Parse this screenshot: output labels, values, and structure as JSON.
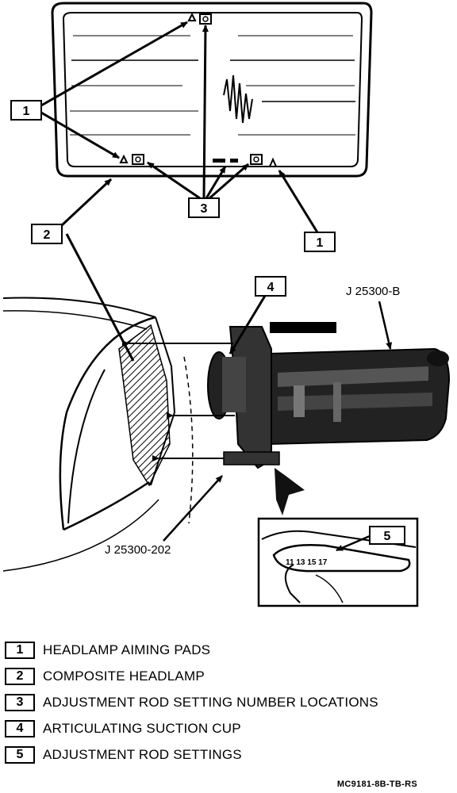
{
  "callouts": {
    "c1a": "1",
    "c1b": "1",
    "c2": "2",
    "c3": "3",
    "c4": "4",
    "c5": "5"
  },
  "tools": {
    "main_tool": "J 25300-B",
    "adapter_tool": "J 25300-202"
  },
  "legend": [
    {
      "number": "1",
      "text": "HEADLAMP AIMING PADS"
    },
    {
      "number": "2",
      "text": "COMPOSITE HEADLAMP"
    },
    {
      "number": "3",
      "text": "ADJUSTMENT ROD SETTING NUMBER LOCATIONS"
    },
    {
      "number": "4",
      "text": "ARTICULATING SUCTION CUP"
    },
    {
      "number": "5",
      "text": "ADJUSTMENT ROD SETTINGS"
    }
  ],
  "figure_code": "MC9181-8B-TB-RS"
}
